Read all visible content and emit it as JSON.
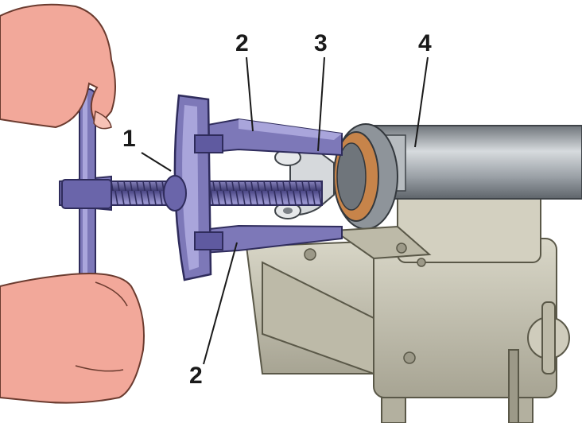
{
  "callouts": {
    "label_1": "1",
    "label_2_top": "2",
    "label_3": "3",
    "label_4": "4",
    "label_2_bottom": "2"
  },
  "colors": {
    "puller": "#7d78b8",
    "puller_dark": "#4b4785",
    "shaft": "#9aa0a6",
    "vise": "#c9c6b5",
    "skin": "#f2a89a",
    "bearing_ring": "#c7844a"
  }
}
